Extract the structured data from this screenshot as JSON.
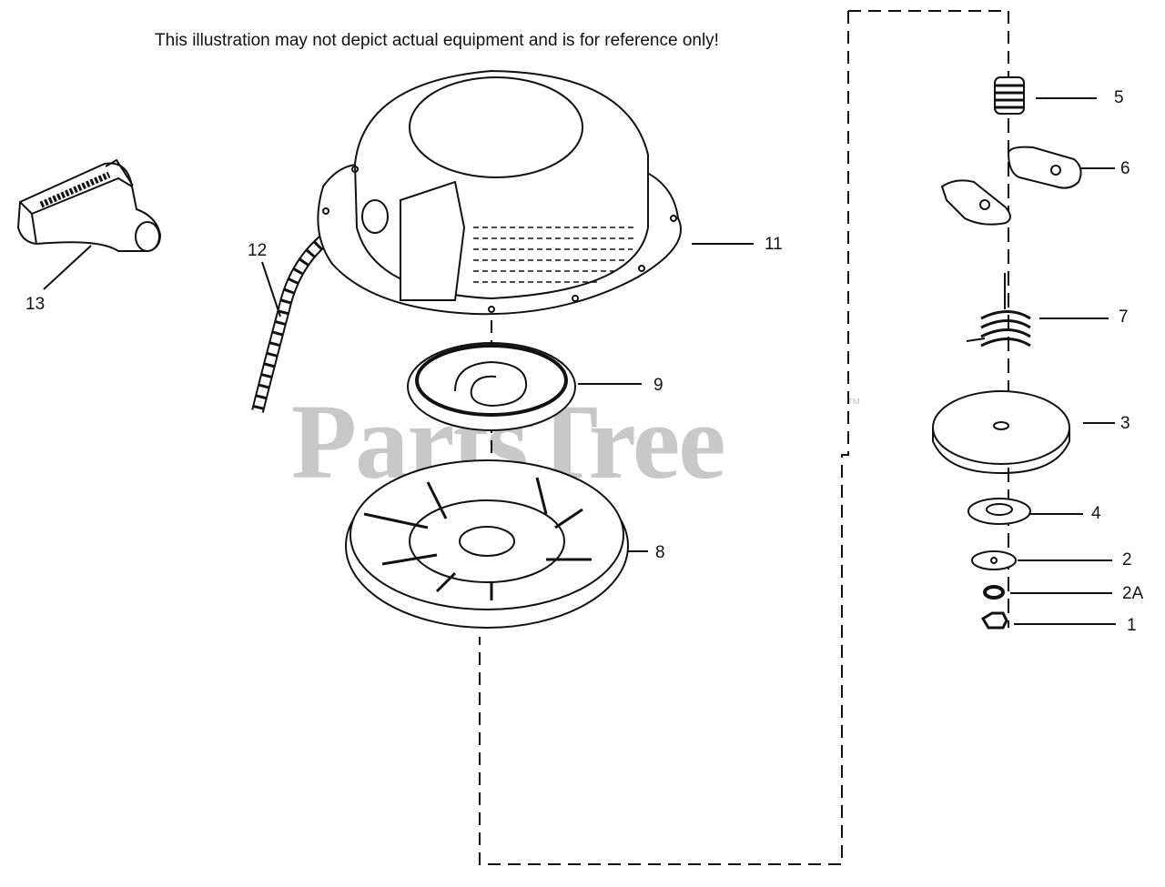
{
  "disclaimer": "This illustration may not depict actual equipment and is for reference only!",
  "watermark": {
    "text": "PartsTree",
    "tm": "™"
  },
  "callouts": {
    "c1": "1",
    "c2": "2",
    "c2a": "2A",
    "c3": "3",
    "c4": "4",
    "c5": "5",
    "c6": "6",
    "c7": "7",
    "c8": "8",
    "c9": "9",
    "c11": "11",
    "c12": "12",
    "c13": "13"
  },
  "parts": {
    "p1": "hex-nut",
    "p2": "washer",
    "p2a": "lock-washer",
    "p3": "retainer-cup",
    "p4": "spacer",
    "p5": "brake-spring",
    "p6": "pawls",
    "p7": "pawl-spring",
    "p8": "rope-pulley",
    "p9": "recoil-spring",
    "p11": "starter-housing",
    "p12": "starter-rope",
    "p13": "rope-handle"
  }
}
